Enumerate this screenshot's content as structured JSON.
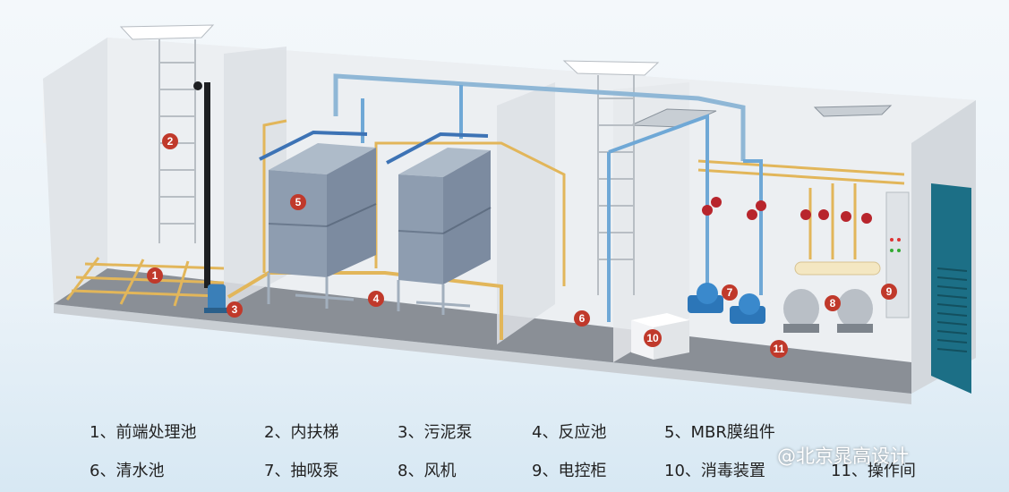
{
  "colors": {
    "wall": "#e9ecef",
    "floor": "#8a8f96",
    "tank": "#8e9db0",
    "pipe_blue": "#6fa8d6",
    "pipe_yellow": "#e2b65a",
    "marker": "#c0392b",
    "door": "#1c6f86"
  },
  "markers": [
    {
      "id": "m1",
      "label": "1"
    },
    {
      "id": "m2",
      "label": "2"
    },
    {
      "id": "m3",
      "label": "3"
    },
    {
      "id": "m4",
      "label": "4"
    },
    {
      "id": "m5",
      "label": "5"
    },
    {
      "id": "m6",
      "label": "6"
    },
    {
      "id": "m7",
      "label": "7"
    },
    {
      "id": "m8",
      "label": "8"
    },
    {
      "id": "m9",
      "label": "9"
    },
    {
      "id": "m10",
      "label": "10"
    },
    {
      "id": "m11",
      "label": "11"
    }
  ],
  "legend": [
    {
      "text": "1、前端处理池"
    },
    {
      "text": "2、内扶梯"
    },
    {
      "text": "3、污泥泵"
    },
    {
      "text": "4、反应池"
    },
    {
      "text": "5、MBR膜组件"
    },
    {
      "text": "6、清水池"
    },
    {
      "text": "7、抽吸泵"
    },
    {
      "text": "8、风机"
    },
    {
      "text": "9、电控柜"
    },
    {
      "text": "10、消毒装置"
    },
    {
      "text": "11、操作间"
    }
  ],
  "watermark": "@北京晁高设计"
}
